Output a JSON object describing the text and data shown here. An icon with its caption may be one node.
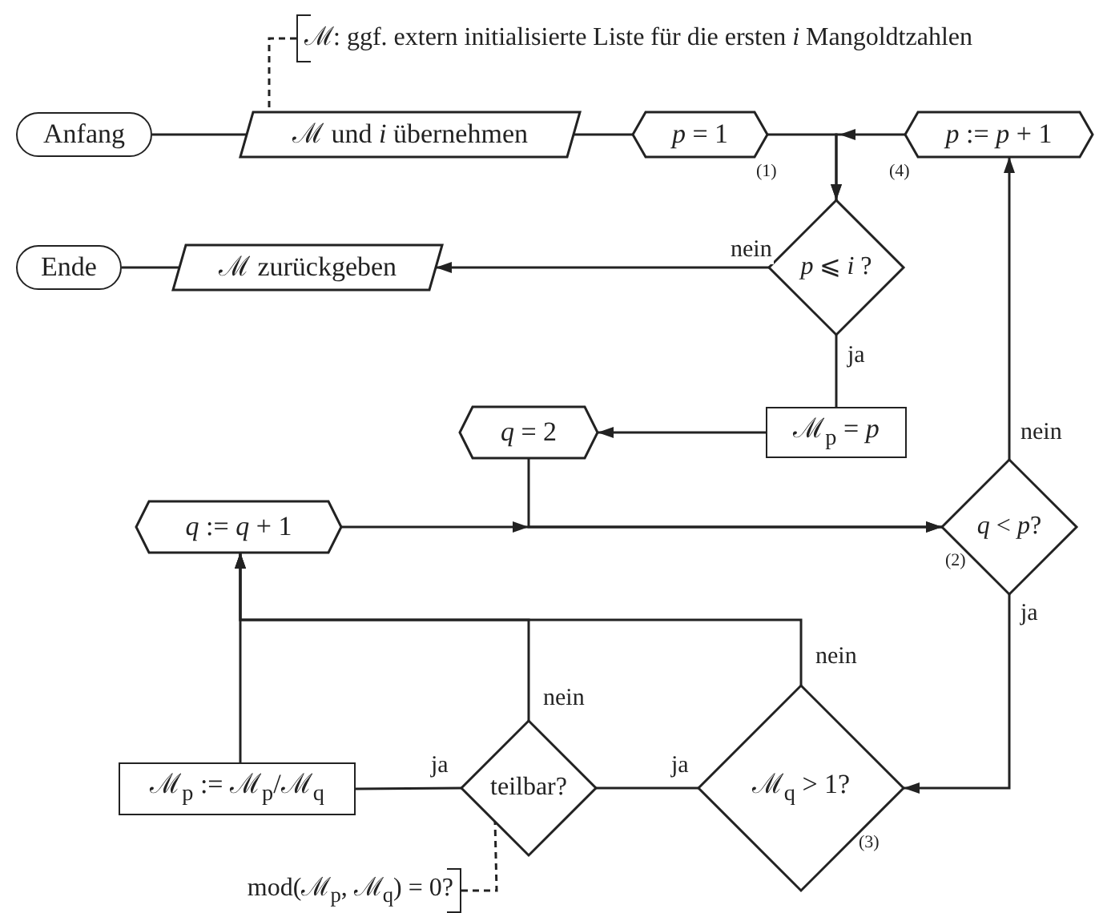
{
  "diagram": {
    "nodes": [
      {
        "text": [
          "Anfang"
        ]
      },
      {
        "text": [
          "ℳ und *i* übernehmen"
        ]
      },
      {
        "text": [
          "*p* = 1"
        ]
      },
      {
        "text": [
          "*p* := *p* + 1"
        ]
      },
      {
        "text": [
          "*p* ⩽ *i* ?"
        ]
      },
      {
        "text": [
          "Ende"
        ]
      },
      {
        "text": [
          "ℳ zurückgeben"
        ]
      },
      {
        "text": [
          "ℳ$_{p}$ = *p*"
        ]
      },
      {
        "text": [
          "*q* = 2"
        ]
      },
      {
        "text": [
          "*q* := *q* + 1"
        ]
      },
      {
        "text": [
          "*q* < *p*?"
        ]
      },
      {
        "text": [
          "teilbar?"
        ]
      },
      {
        "text": [
          "ℳ$_{q}$ > 1?"
        ]
      },
      {
        "text": [
          "ℳ$_{p}$ := ℳ$_{p}$/ℳ$_{q}$"
        ]
      },
      {
        "text": [
          "ℳ: ggf. extern initialisierte Liste für die ersten *i* Mangoldtzahlen"
        ]
      },
      {
        "text": [
          "mod(ℳ$_{p}$, ℳ$_{q}$) = 0?"
        ]
      }
    ],
    "edges": [
      {
        "from": 0,
        "to": 1,
        "arrow": "none"
      },
      {
        "from": 1,
        "to": 2,
        "arrow": "none"
      },
      {
        "from": 2,
        "to": 4,
        "arrow": "to"
      },
      {
        "from": 3,
        "to": 4,
        "arrow": "to"
      },
      {
        "from": 4,
        "to": 6,
        "label": "nein",
        "arrow": "to"
      },
      {
        "from": 6,
        "to": 5,
        "arrow": "none"
      },
      {
        "from": 4,
        "to": 7,
        "label": "ja",
        "arrow": "none"
      },
      {
        "from": 7,
        "to": 8,
        "arrow": "to"
      },
      {
        "from": 8,
        "to": 10,
        "arrow": "to"
      },
      {
        "from": 9,
        "to": 10,
        "arrow": "to"
      },
      {
        "from": 10,
        "to": 3,
        "label": "nein",
        "arrow": "to"
      },
      {
        "from": 10,
        "to": 12,
        "label": "ja",
        "arrow": "to"
      },
      {
        "from": 12,
        "to": 11,
        "label": "ja",
        "arrow": "none"
      },
      {
        "from": 11,
        "to": 13,
        "label": "ja",
        "arrow": "none"
      },
      {
        "from": 13,
        "to": 9,
        "arrow": "to"
      },
      {
        "from": 11,
        "to": 9,
        "label": "nein",
        "arrow": "to"
      },
      {
        "from": 12,
        "to": 9,
        "label": "nein",
        "arrow": "to"
      },
      {
        "from": 14,
        "to": 1,
        "arrow": "none",
        "style": "dashed"
      },
      {
        "from": 15,
        "to": 11,
        "arrow": "none",
        "style": "dashed"
      }
    ],
    "labels": [
      "(1)",
      "(4)",
      "(2)",
      "(3)"
    ]
  }
}
